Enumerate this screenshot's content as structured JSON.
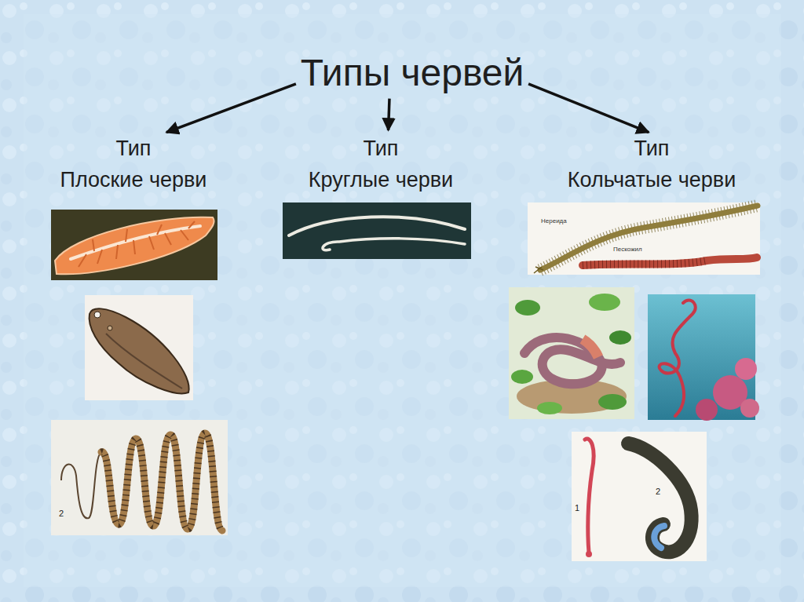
{
  "diagram": {
    "nodes": [
      {
        "text": [
          "Типы червей"
        ]
      },
      {
        "text": [
          "Тип",
          "Плоские черви"
        ]
      },
      {
        "text": [
          "Тип",
          "Круглые черви"
        ]
      },
      {
        "text": [
          "Тип",
          "Кольчатые черви"
        ]
      }
    ],
    "edges": [
      {
        "from": 0,
        "to": 1,
        "arrow": "to"
      },
      {
        "from": 0,
        "to": 2,
        "arrow": "to"
      },
      {
        "from": 0,
        "to": 3,
        "arrow": "to"
      }
    ],
    "labels": [
      "Нереида",
      "Пескожил",
      "2",
      "1",
      "2"
    ]
  }
}
